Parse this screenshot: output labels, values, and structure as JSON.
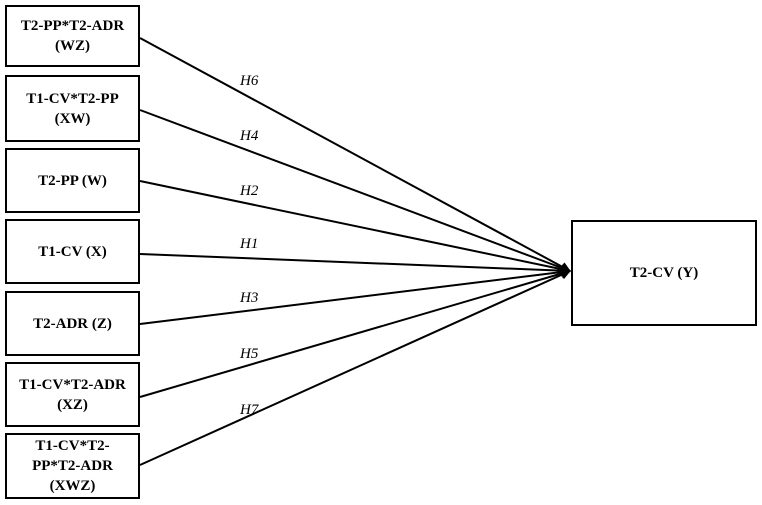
{
  "predictors": [
    {
      "id": "wz",
      "lines": [
        "T2-PP*T2-ADR",
        "(WZ)"
      ]
    },
    {
      "id": "xw",
      "lines": [
        "T1-CV*T2-PP",
        "(XW)"
      ]
    },
    {
      "id": "w",
      "lines": [
        "T2-PP (W)"
      ]
    },
    {
      "id": "x",
      "lines": [
        "T1-CV (X)"
      ]
    },
    {
      "id": "z",
      "lines": [
        "T2-ADR (Z)"
      ]
    },
    {
      "id": "xz",
      "lines": [
        "T1-CV*T2-ADR",
        "(XZ)"
      ]
    },
    {
      "id": "xwz",
      "lines": [
        "T1-CV*T2-",
        "PP*T2-ADR",
        "(XWZ)"
      ]
    }
  ],
  "outcome": {
    "label": "T2-CV (Y)"
  },
  "hypotheses": [
    "H6",
    "H4",
    "H2",
    "H1",
    "H3",
    "H5",
    "H7"
  ],
  "colors": {
    "stroke": "#000000",
    "background": "#ffffff"
  }
}
